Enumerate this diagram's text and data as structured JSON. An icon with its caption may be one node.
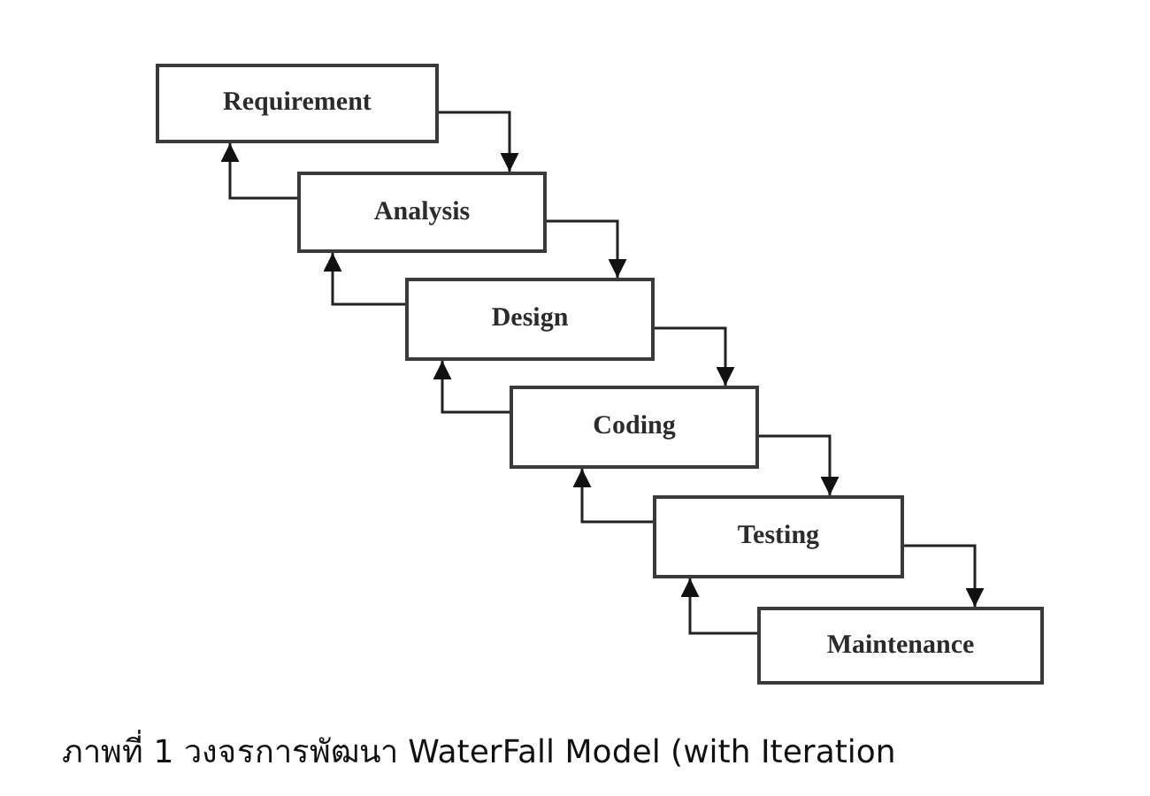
{
  "diagram": {
    "nodes": [
      {
        "text": [
          "Requirement"
        ]
      },
      {
        "text": [
          "Analysis"
        ]
      },
      {
        "text": [
          "Design"
        ]
      },
      {
        "text": [
          "Coding"
        ]
      },
      {
        "text": [
          "Testing"
        ]
      },
      {
        "text": [
          "Maintenance"
        ]
      }
    ],
    "edges": [
      {
        "from": 0,
        "to": 1,
        "arrow": "to"
      },
      {
        "from": 1,
        "to": 0,
        "arrow": "to"
      },
      {
        "from": 1,
        "to": 2,
        "arrow": "to"
      },
      {
        "from": 2,
        "to": 1,
        "arrow": "to"
      },
      {
        "from": 2,
        "to": 3,
        "arrow": "to"
      },
      {
        "from": 3,
        "to": 2,
        "arrow": "to"
      },
      {
        "from": 3,
        "to": 4,
        "arrow": "to"
      },
      {
        "from": 4,
        "to": 3,
        "arrow": "to"
      },
      {
        "from": 4,
        "to": 5,
        "arrow": "to"
      },
      {
        "from": 5,
        "to": 4,
        "arrow": "to"
      }
    ],
    "caption": "ภาพที่ 1 วงจรการพัฒนา WaterFall Model (with Iteration"
  }
}
